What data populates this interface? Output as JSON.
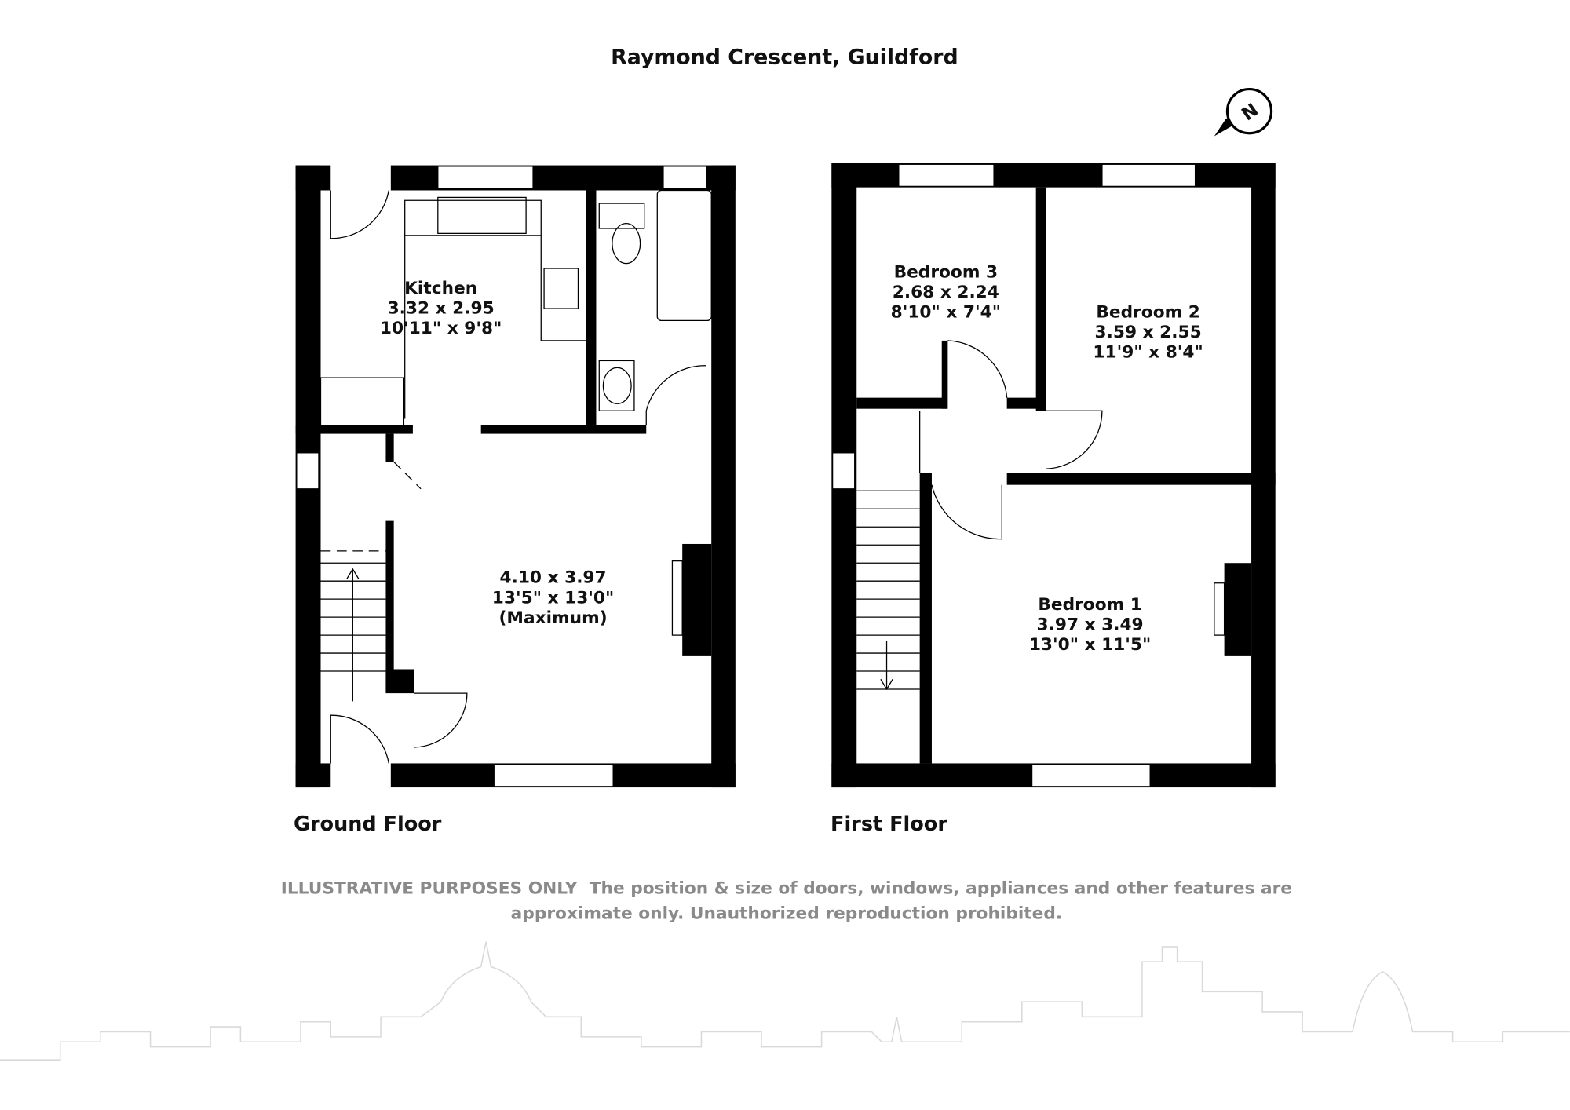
{
  "title": "Raymond Crescent, Guildford",
  "compass": {
    "label": "N"
  },
  "floors": [
    {
      "name": "Ground Floor",
      "rooms": [
        {
          "name": "Kitchen",
          "metric": "3.32 x 2.95",
          "imperial": "10'11\" x 9'8\""
        },
        {
          "name": "",
          "metric": "4.10 x 3.97",
          "imperial": "13'5\" x 13'0\"",
          "note": "(Maximum)"
        }
      ]
    },
    {
      "name": "First Floor",
      "rooms": [
        {
          "name": "Bedroom 3",
          "metric": "2.68 x 2.24",
          "imperial": "8'10\" x 7'4\""
        },
        {
          "name": "Bedroom 2",
          "metric": "3.59 x 2.55",
          "imperial": "11'9\" x 8'4\""
        },
        {
          "name": "Bedroom 1",
          "metric": "3.97 x 3.49",
          "imperial": "13'0\" x 11'5\""
        }
      ]
    }
  ],
  "disclaimer": {
    "line1_strong": "ILLUSTRATIVE PURPOSES ONLY",
    "line1_rest": "The position & size of doors, windows, appliances and other features are",
    "line2": "approximate only. Unauthorized reproduction prohibited."
  }
}
